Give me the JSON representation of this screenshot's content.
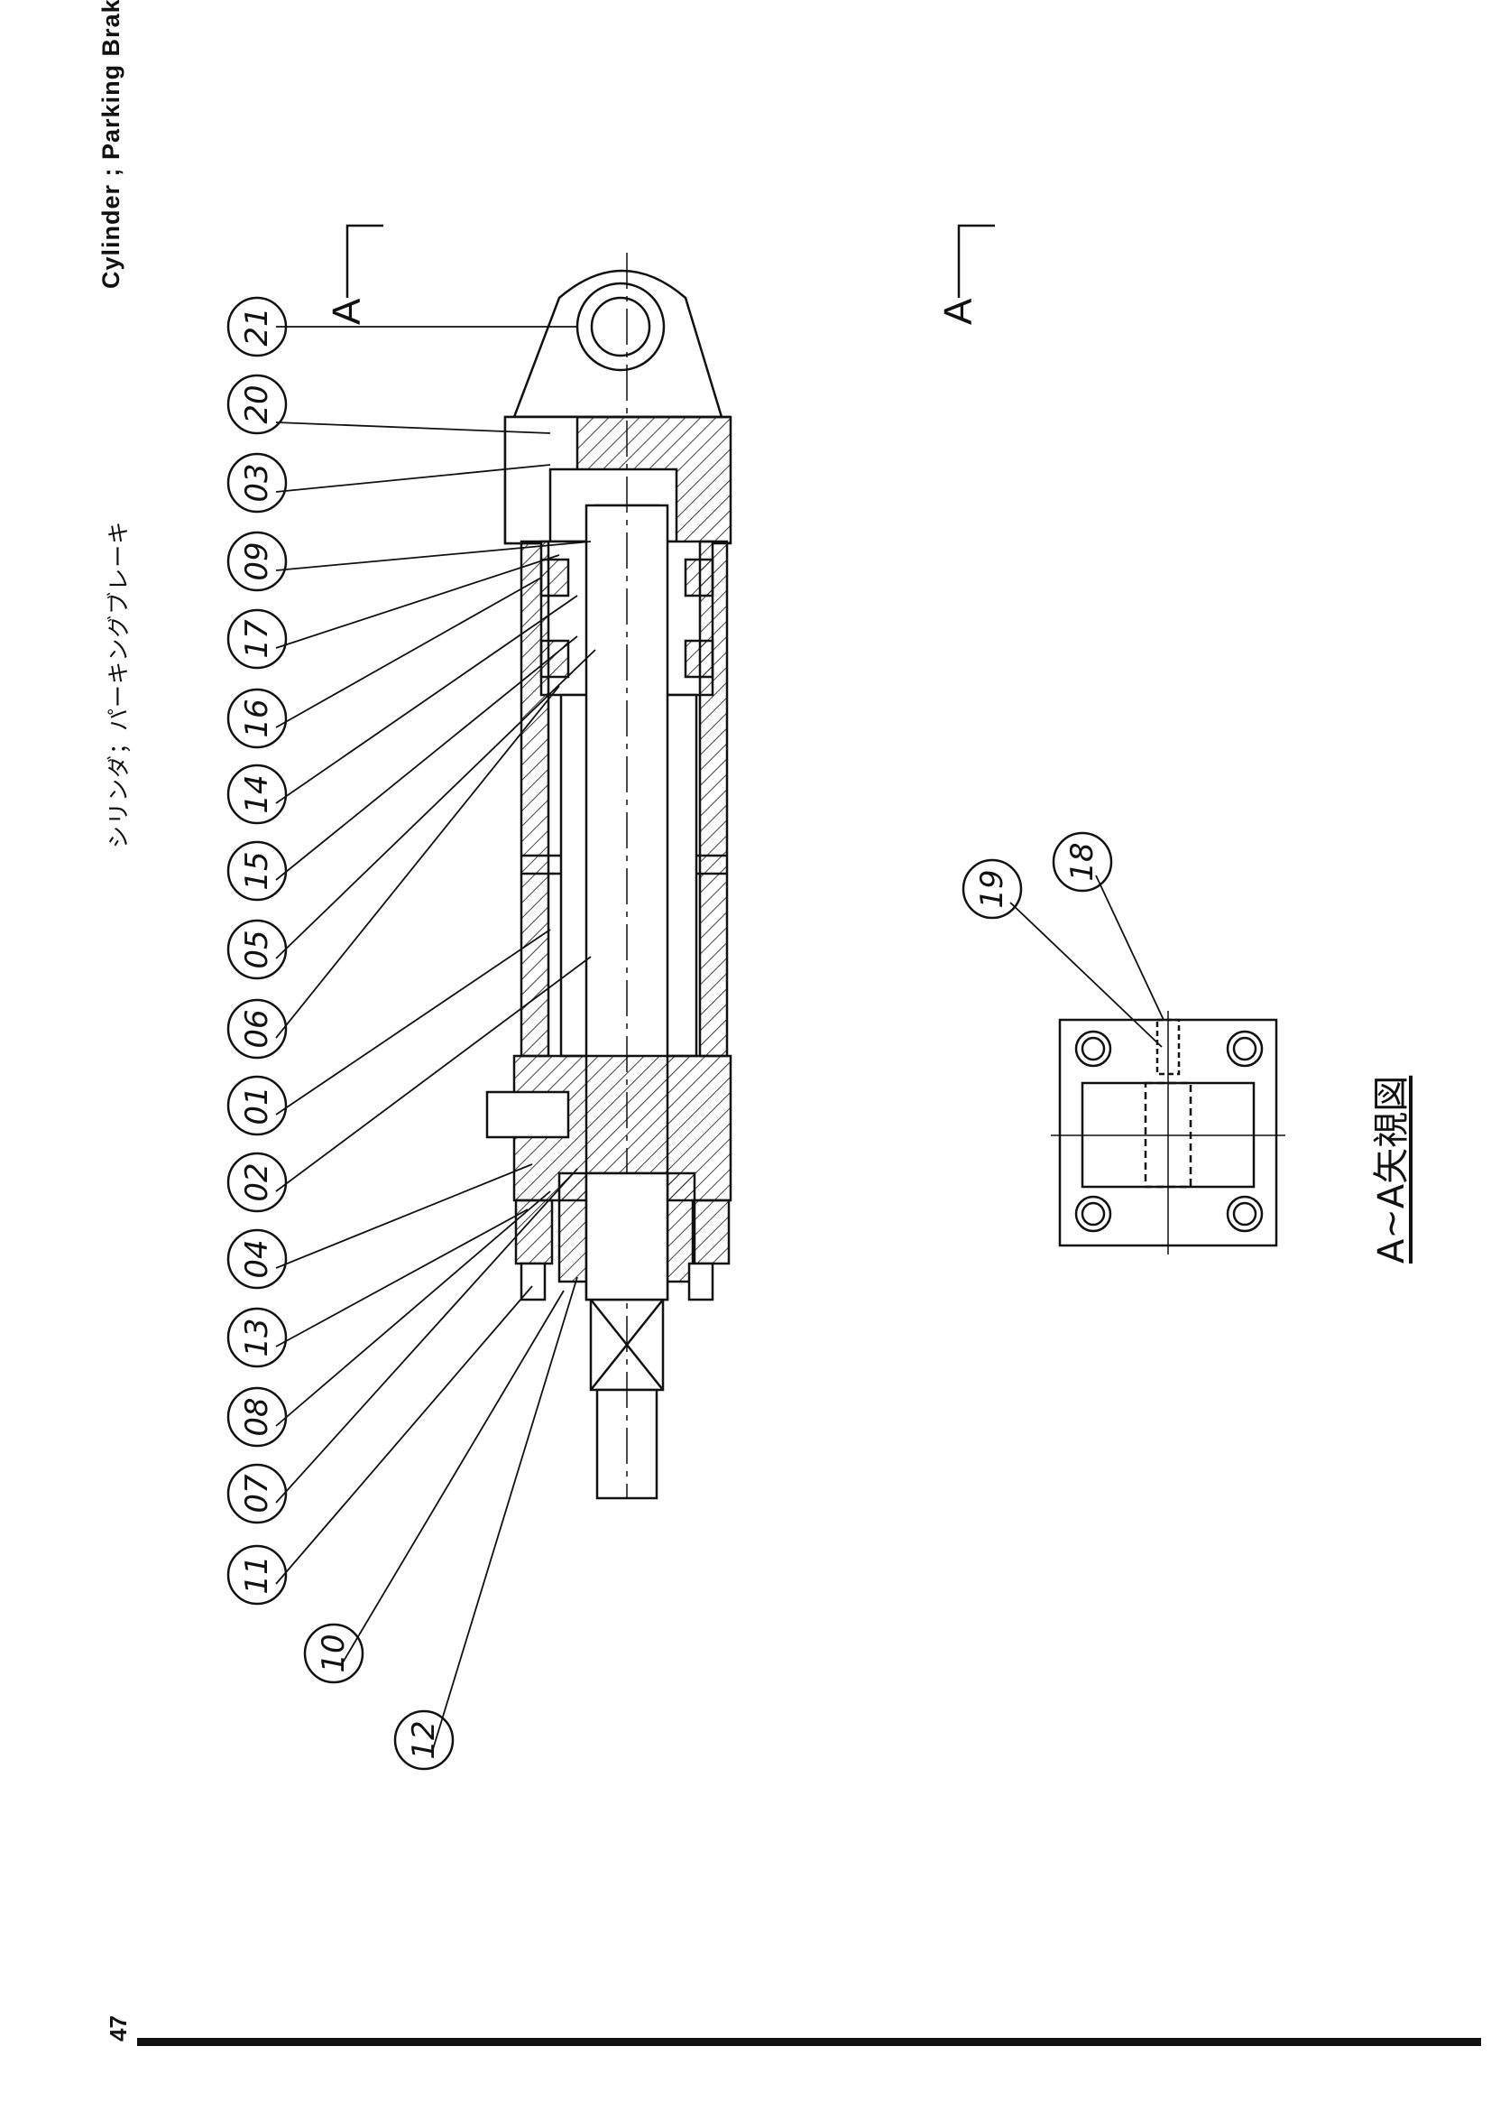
{
  "title": {
    "japanese": "シリンダ；パーキングブレーキ",
    "english": "Cylinder ; Parking Brake"
  },
  "page_number": "47",
  "section_markers": [
    "A",
    "A"
  ],
  "view_label": "A~A矢視図",
  "callouts": [
    "21",
    "20",
    "03",
    "09",
    "17",
    "16",
    "14",
    "15",
    "05",
    "06",
    "01",
    "02",
    "04",
    "13",
    "08",
    "07",
    "11",
    "10",
    "12"
  ],
  "detail_callouts": [
    "19",
    "18"
  ],
  "colors": {
    "ink": "#111111",
    "paper": "#ffffff"
  }
}
